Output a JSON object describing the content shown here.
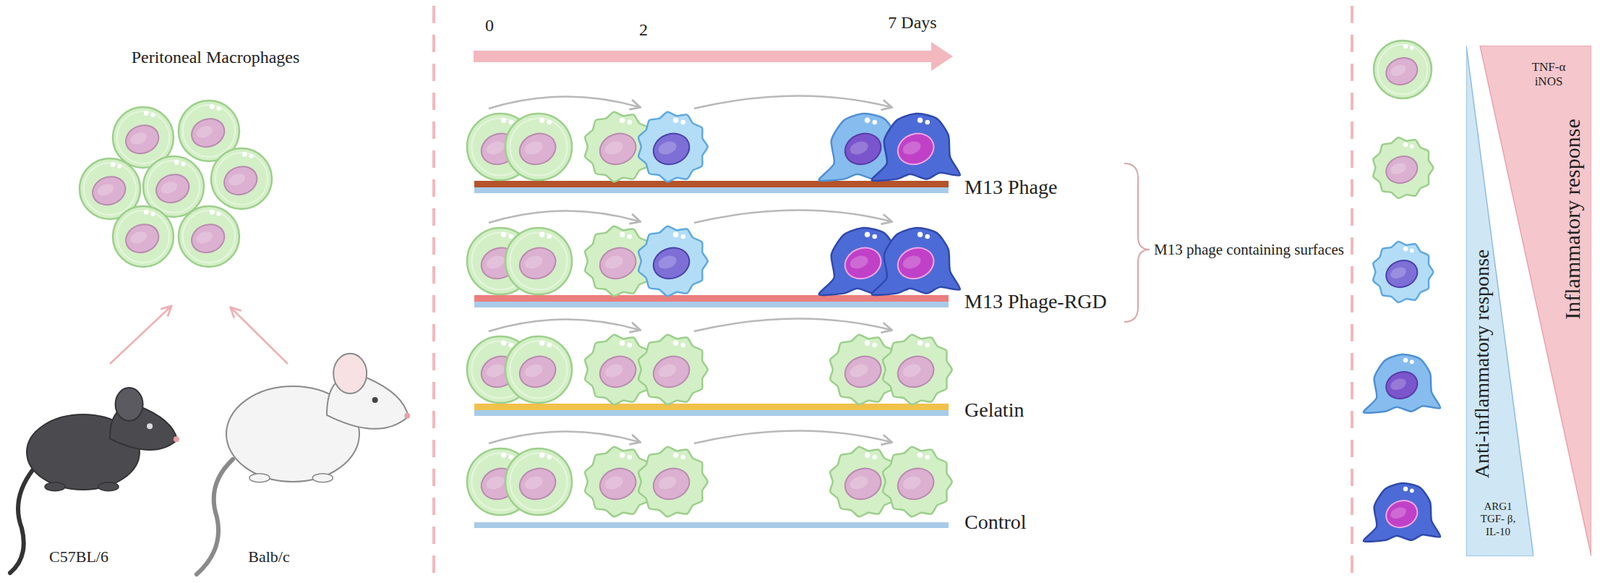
{
  "diagram": {
    "nodes": [
      {
        "text": [
          "TNF-α iNOS",
          "Inflammatory response"
        ]
      },
      {
        "text": [
          "Anti-inflammatory response",
          "ARG1 TGF- β, IL-10"
        ]
      }
    ],
    "labels": [
      "Peritoneal Macrophages",
      "C57BL/6",
      "Balb/c",
      "0",
      "2",
      "7 Days",
      "M13 Phage",
      "M13 Phage-RGD",
      "Gelatin",
      "Control",
      "M13 phage containing surfaces"
    ]
  }
}
